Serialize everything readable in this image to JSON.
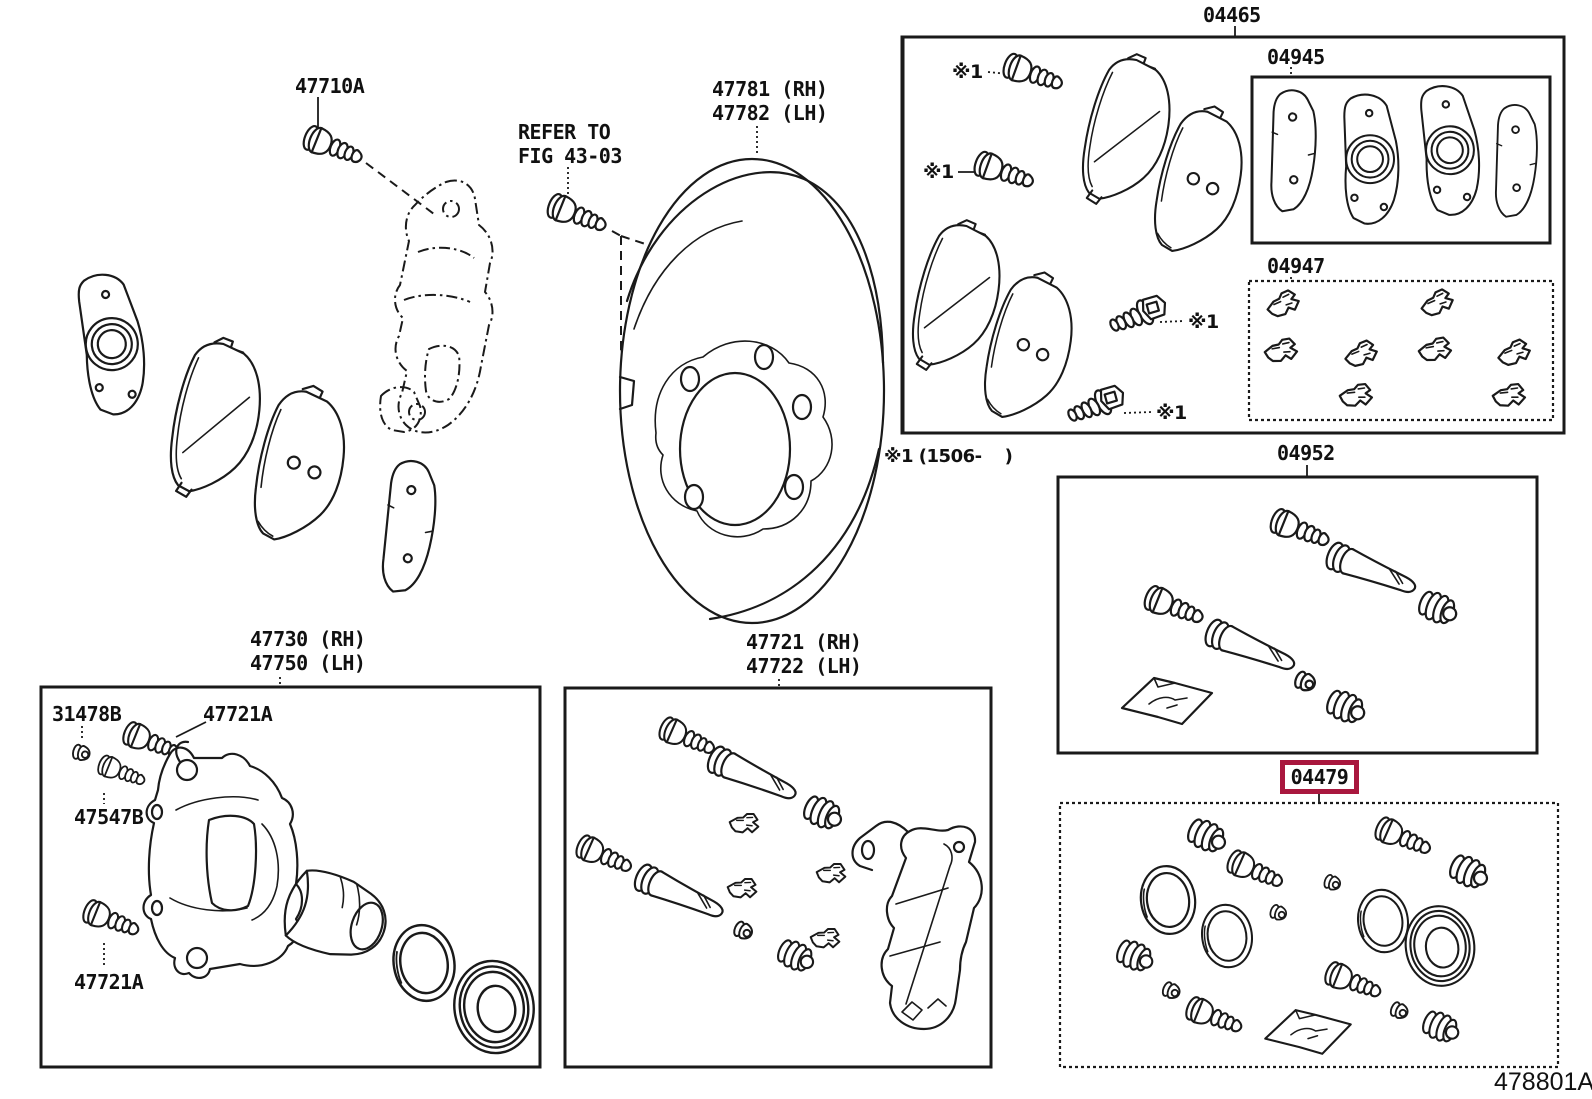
{
  "meta": {
    "background_color": "#ffffff",
    "line_color": "#1a1a1a",
    "highlight_color": "#a9173e"
  },
  "labels": {
    "bolt_47710a": "47710A",
    "refer1": "REFER TO",
    "refer2": "FIG 43-03",
    "shield_rh": "47781 (RH)",
    "shield_lh": "47782 (LH)",
    "kit_04465": "04465",
    "kit_04945": "04945",
    "kit_04947": "04947",
    "kit_04952": "04952",
    "kit_04479": "04479",
    "caliper_rh": "47730 (RH)",
    "caliper_lh": "47750 (LH)",
    "cap_31478b": "31478B",
    "bush_47721a_upper": "47721A",
    "bleeder_47547b": "47547B",
    "bush_47721a_lower": "47721A",
    "bracket_rh": "47721 (RH)",
    "bracket_lh": "47722 (LH)",
    "ref_mark": "※1",
    "applicability_note": "※1 (1506-    )",
    "figure_code": "478801A"
  }
}
